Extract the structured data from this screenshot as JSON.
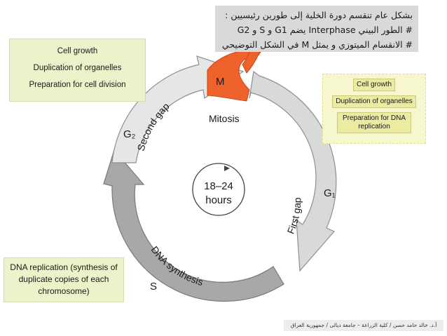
{
  "header": {
    "line1": "بشكل عام تنقسم دورة الخلية إلى طورين رئيسيين :",
    "line2": "# الطور البيني Interphase يضم G1 و S و G2",
    "line3": "# الانقسام الميتوزي و يمثل M في الشكل التوضيحي"
  },
  "left_box": {
    "items": [
      "Cell growth",
      "Duplication of organelles",
      "Preparation for cell division"
    ]
  },
  "right_box": {
    "items": [
      "Cell growth",
      "Duplication of organelles",
      "Preparation for DNA replication"
    ]
  },
  "bottom_box": {
    "text": "DNA replication (synthesis of duplicate copies of each chromosome)"
  },
  "cycle": {
    "m_label": "M",
    "mitosis": "Mitosis",
    "g2": "G₂",
    "g1": "G₁",
    "s": "S",
    "second_gap": "Second gap",
    "first_gap": "First gap",
    "dna_synthesis": "DNA synthesis",
    "duration_line1": "18–24",
    "duration_line2": "hours"
  },
  "colors": {
    "mitosis": "#f0622b",
    "g1": "#d9d9d9",
    "s": "#a8a8a8",
    "g2": "#e6e6e6"
  },
  "footer": {
    "text": "أ.د. خالد حامد حسن / كلية الزراعة – جامعة ديالى / جمهورية العراق"
  }
}
